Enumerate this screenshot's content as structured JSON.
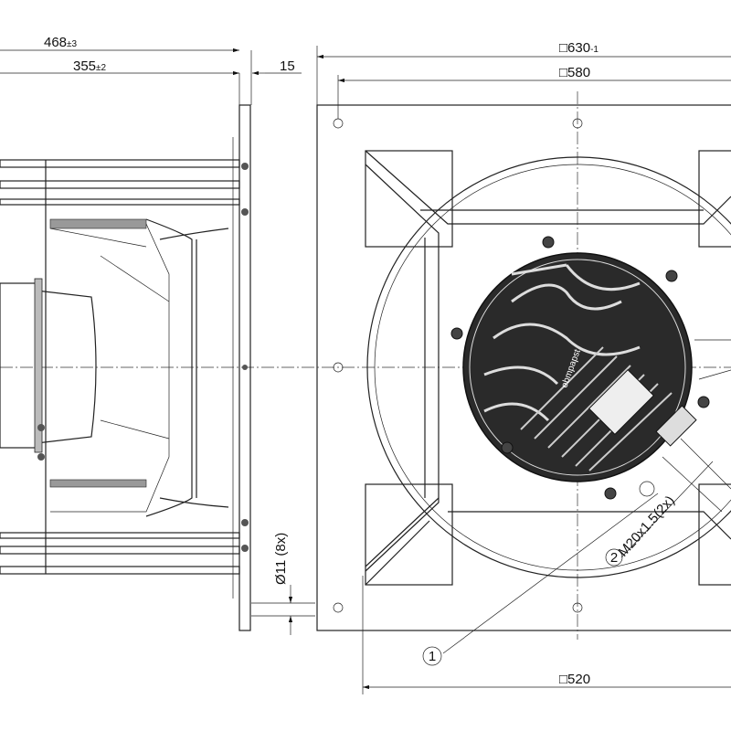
{
  "side_view": {
    "dim_overall_length": {
      "value": "468",
      "tol": "±3"
    },
    "dim_motor_length": {
      "value": "355",
      "tol": "±2"
    },
    "dim_flange": "15",
    "dim_hole": "Ø11 (8x)"
  },
  "front_view": {
    "dim_plate": {
      "value": "□630",
      "tol": "-1"
    },
    "dim_hole_spacing": "□580",
    "dim_inner": "□520",
    "callout_2": {
      "number": "2",
      "text": "M20x1.5(2x)"
    },
    "callout_1": {
      "number": "1"
    },
    "logo": "ebmpapst"
  }
}
